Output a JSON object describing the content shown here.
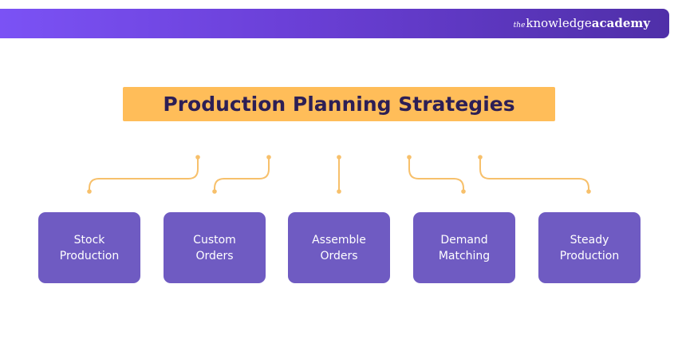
{
  "header": {
    "brand_the": "the",
    "brand_knowledge": "knowledge",
    "brand_academy": "academy"
  },
  "diagram": {
    "title": "Production Planning Strategies",
    "strategies": [
      {
        "line1": "Stock",
        "line2": "Production"
      },
      {
        "line1": "Custom",
        "line2": "Orders"
      },
      {
        "line1": "Assemble",
        "line2": "Orders"
      },
      {
        "line1": "Demand",
        "line2": "Matching"
      },
      {
        "line1": "Steady",
        "line2": "Production"
      }
    ]
  },
  "colors": {
    "banner_start": "#7b52f5",
    "banner_end": "#4f2fa8",
    "title_background": "#ffbd59",
    "title_text": "#2d1f55",
    "node_background": "#6f5bc2",
    "connector": "#f7c06b"
  }
}
